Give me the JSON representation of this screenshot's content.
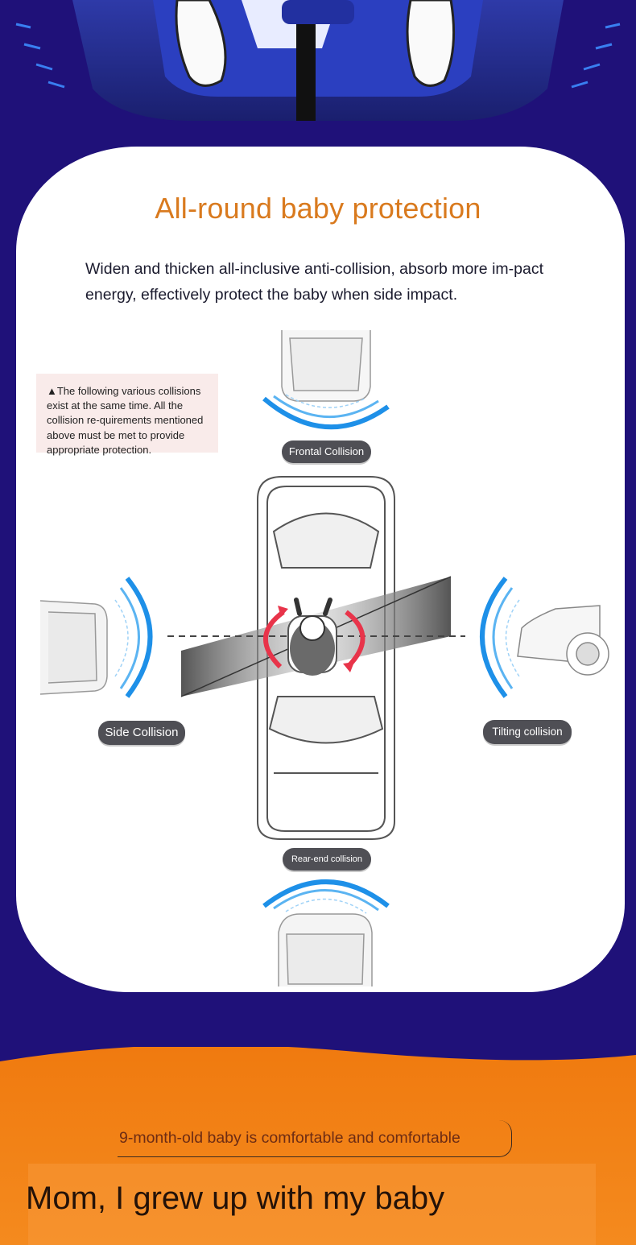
{
  "headline": "All-round baby protection",
  "description": "Widen and thicken all-inclusive anti-collision, absorb more im-pact energy, effectively protect the baby when side impact.",
  "note": "▲The following various collisions exist at the same time. All the collision re-quirements mentioned above must be met to provide appropriate protection.",
  "labels": {
    "frontal": "Frontal Collision",
    "side": "Side Collision",
    "tilting": "Tilting collision",
    "rear": "Rear-end collision"
  },
  "tagline": "9-month-old baby is comfortable and comfortable",
  "slogan": "Mom, I grew up with my baby",
  "colors": {
    "background": "#1f1179",
    "headline": "#d97a1e",
    "orange": "#f07a0f",
    "impact_arc": "#1e90e8",
    "rotation_arrow": "#e8344a"
  }
}
